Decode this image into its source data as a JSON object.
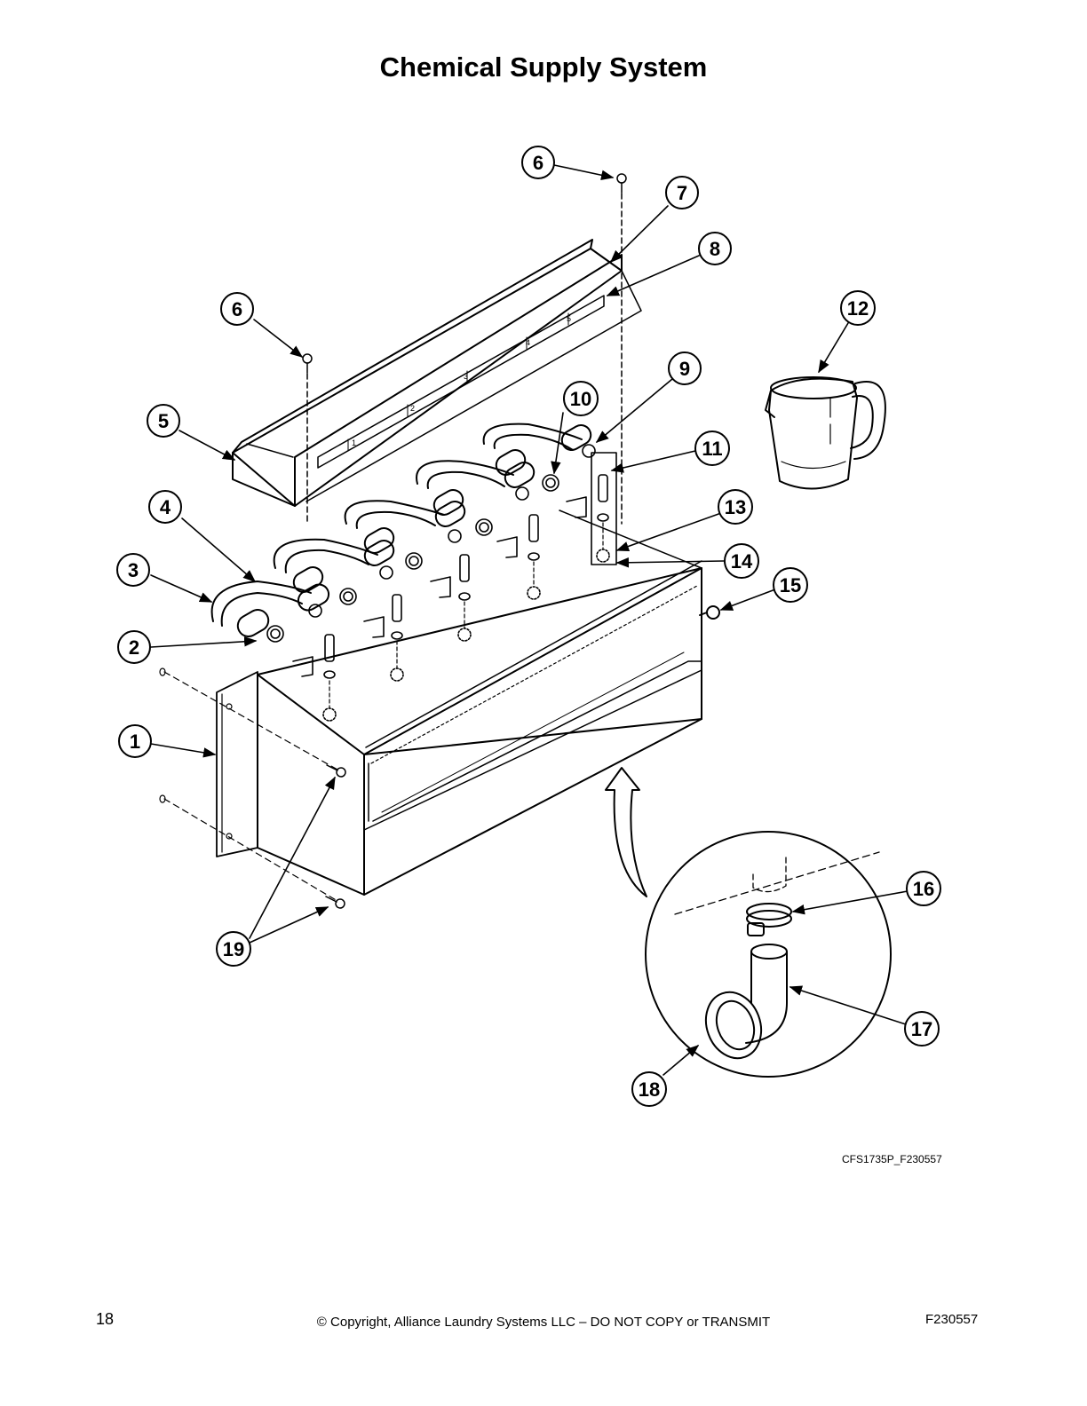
{
  "page": {
    "title": "Chemical Supply System",
    "drawing_id": "CFS1735P_F230557",
    "page_number": "18",
    "copyright": "© Copyright, Alliance Laundry Systems LLC – DO NOT COPY or TRANSMIT",
    "doc_id": "F230557"
  },
  "diagram": {
    "callouts": [
      "1",
      "2",
      "3",
      "4",
      "5",
      "6",
      "6",
      "7",
      "8",
      "9",
      "10",
      "11",
      "12",
      "13",
      "14",
      "15",
      "16",
      "17",
      "18",
      "19"
    ],
    "manifold_labels": [
      "1",
      "2",
      "3",
      "4",
      "5"
    ]
  }
}
